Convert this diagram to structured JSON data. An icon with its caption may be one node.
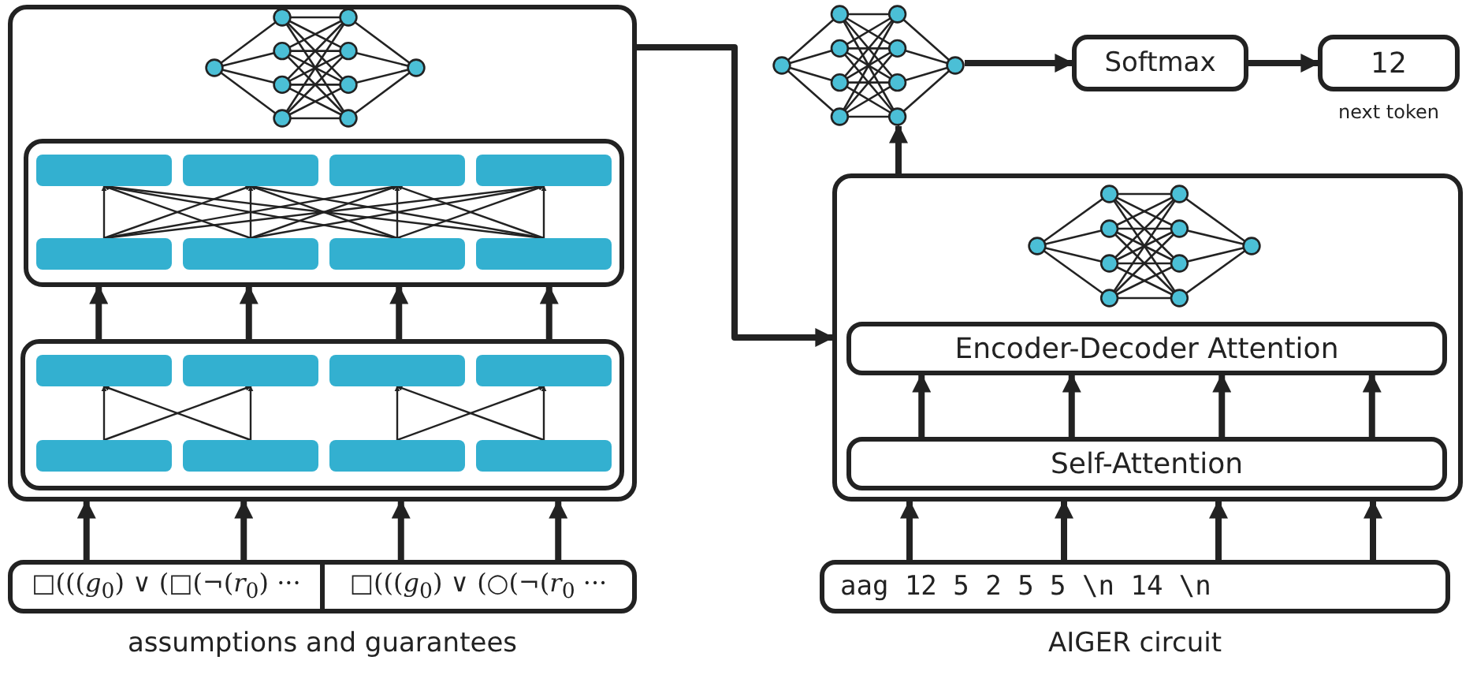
{
  "diagram": {
    "nodes": [
      {
        "text": [],
        "shape": "box"
      },
      {
        "text": [],
        "shape": "picture",
        "in": 0
      },
      {
        "text": [],
        "shape": "box",
        "in": 0
      },
      {
        "text": [],
        "shape": "bar",
        "in": 2
      },
      {
        "text": [],
        "shape": "bar",
        "in": 2
      },
      {
        "text": [],
        "shape": "bar",
        "in": 2
      },
      {
        "text": [],
        "shape": "bar",
        "in": 2
      },
      {
        "text": [],
        "shape": "bar",
        "in": 2
      },
      {
        "text": [],
        "shape": "bar",
        "in": 2
      },
      {
        "text": [],
        "shape": "bar",
        "in": 2
      },
      {
        "text": [],
        "shape": "bar",
        "in": 2
      },
      {
        "text": [],
        "shape": "box",
        "in": 0
      },
      {
        "text": [],
        "shape": "bar",
        "in": 11
      },
      {
        "text": [],
        "shape": "bar",
        "in": 11
      },
      {
        "text": [],
        "shape": "bar",
        "in": 11
      },
      {
        "text": [],
        "shape": "bar",
        "in": 11
      },
      {
        "text": [],
        "shape": "bar",
        "in": 11
      },
      {
        "text": [],
        "shape": "bar",
        "in": 11
      },
      {
        "text": [],
        "shape": "bar",
        "in": 11
      },
      {
        "text": [],
        "shape": "bar",
        "in": 11
      },
      {
        "text": [
          "□(((*g*$_{0}$) ∨ (□(¬(*r*$_{0}$) ···",
          "□(((*g*$_{0}$) ∨ (○(¬(*r*$_{0}$ ···"
        ],
        "beside": [
          "assumptions and guarantees"
        ]
      },
      {
        "text": [],
        "shape": "picture"
      },
      {
        "text": [
          "Softmax"
        ]
      },
      {
        "text": [
          "12"
        ],
        "beside": [
          "next token"
        ]
      },
      {
        "text": [],
        "shape": "box"
      },
      {
        "text": [],
        "shape": "picture",
        "in": 24
      },
      {
        "text": [
          "Encoder-Decoder Attention"
        ],
        "in": 24
      },
      {
        "text": [
          "Self-Attention"
        ],
        "in": 24
      },
      {
        "text": [
          "aag 12 5 2 5 5 \\n 14 \\n"
        ],
        "beside": [
          "AIGER circuit"
        ]
      }
    ],
    "edges": [
      {
        "from": 20,
        "to": 0,
        "arrow": "to",
        "style": "thick"
      },
      {
        "from": 20,
        "to": 0,
        "arrow": "to",
        "style": "thick"
      },
      {
        "from": 20,
        "to": 0,
        "arrow": "to",
        "style": "thick"
      },
      {
        "from": 20,
        "to": 0,
        "arrow": "to",
        "style": "thick"
      },
      {
        "from": 16,
        "to": 12,
        "arrow": "to"
      },
      {
        "from": 16,
        "to": 13,
        "arrow": "to"
      },
      {
        "from": 17,
        "to": 12,
        "arrow": "to"
      },
      {
        "from": 17,
        "to": 13,
        "arrow": "to"
      },
      {
        "from": 18,
        "to": 14,
        "arrow": "to"
      },
      {
        "from": 18,
        "to": 15,
        "arrow": "to"
      },
      {
        "from": 19,
        "to": 14,
        "arrow": "to"
      },
      {
        "from": 19,
        "to": 15,
        "arrow": "to"
      },
      {
        "from": 11,
        "to": 2,
        "arrow": "to",
        "style": "thick"
      },
      {
        "from": 11,
        "to": 2,
        "arrow": "to",
        "style": "thick"
      },
      {
        "from": 11,
        "to": 2,
        "arrow": "to",
        "style": "thick"
      },
      {
        "from": 11,
        "to": 2,
        "arrow": "to",
        "style": "thick"
      },
      {
        "from": 7,
        "to": 3,
        "arrow": "to"
      },
      {
        "from": 7,
        "to": 4,
        "arrow": "to"
      },
      {
        "from": 7,
        "to": 5,
        "arrow": "to"
      },
      {
        "from": 7,
        "to": 6,
        "arrow": "to"
      },
      {
        "from": 8,
        "to": 3,
        "arrow": "to"
      },
      {
        "from": 8,
        "to": 4,
        "arrow": "to"
      },
      {
        "from": 8,
        "to": 5,
        "arrow": "to"
      },
      {
        "from": 8,
        "to": 6,
        "arrow": "to"
      },
      {
        "from": 9,
        "to": 3,
        "arrow": "to"
      },
      {
        "from": 9,
        "to": 4,
        "arrow": "to"
      },
      {
        "from": 9,
        "to": 5,
        "arrow": "to"
      },
      {
        "from": 9,
        "to": 6,
        "arrow": "to"
      },
      {
        "from": 10,
        "to": 3,
        "arrow": "to"
      },
      {
        "from": 10,
        "to": 4,
        "arrow": "to"
      },
      {
        "from": 10,
        "to": 5,
        "arrow": "to"
      },
      {
        "from": 10,
        "to": 6,
        "arrow": "to"
      },
      {
        "from": 0,
        "to": 24,
        "arrow": "to",
        "style": "thick"
      },
      {
        "from": 28,
        "to": 24,
        "arrow": "to",
        "style": "thick"
      },
      {
        "from": 28,
        "to": 24,
        "arrow": "to",
        "style": "thick"
      },
      {
        "from": 28,
        "to": 24,
        "arrow": "to",
        "style": "thick"
      },
      {
        "from": 28,
        "to": 24,
        "arrow": "to",
        "style": "thick"
      },
      {
        "from": 27,
        "to": 26,
        "arrow": "to",
        "style": "thick"
      },
      {
        "from": 27,
        "to": 26,
        "arrow": "to",
        "style": "thick"
      },
      {
        "from": 27,
        "to": 26,
        "arrow": "to",
        "style": "thick"
      },
      {
        "from": 27,
        "to": 26,
        "arrow": "to",
        "style": "thick"
      },
      {
        "from": 24,
        "to": 21,
        "arrow": "to",
        "style": "thick"
      },
      {
        "from": 21,
        "to": 22,
        "arrow": "to",
        "style": "thick"
      },
      {
        "from": 22,
        "to": 23,
        "arrow": "to",
        "style": "thick"
      }
    ]
  }
}
